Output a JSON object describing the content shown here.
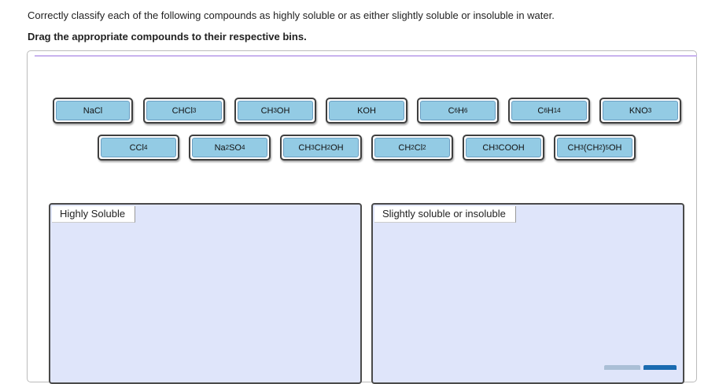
{
  "instructions": {
    "line1": "Correctly classify each of the following compounds as highly soluble or as either slightly soluble or insoluble in water.",
    "line2": "Drag the appropriate compounds to their respective bins."
  },
  "tiles": [
    {
      "id": "nacl",
      "parts": [
        "NaCl"
      ]
    },
    {
      "id": "chcl3",
      "parts": [
        "CHCl",
        {
          "sub": "3"
        }
      ]
    },
    {
      "id": "ch3oh",
      "parts": [
        "CH",
        {
          "sub": "3"
        },
        "OH"
      ]
    },
    {
      "id": "koh",
      "parts": [
        "KOH"
      ]
    },
    {
      "id": "c6h6",
      "parts": [
        "C",
        {
          "sub": "6"
        },
        "H",
        {
          "sub": "6"
        }
      ]
    },
    {
      "id": "c6h14",
      "parts": [
        "C",
        {
          "sub": "6"
        },
        "H",
        {
          "sub": "14"
        }
      ]
    },
    {
      "id": "kno3",
      "parts": [
        "KNO",
        {
          "sub": "3"
        }
      ]
    },
    {
      "id": "ccl4",
      "parts": [
        "CCl",
        {
          "sub": "4"
        }
      ]
    },
    {
      "id": "na2so4",
      "parts": [
        "Na",
        {
          "sub": "2"
        },
        "SO",
        {
          "sub": "4"
        }
      ]
    },
    {
      "id": "ch3ch2oh",
      "parts": [
        "CH",
        {
          "sub": "3"
        },
        "CH",
        {
          "sub": "2"
        },
        "OH"
      ]
    },
    {
      "id": "ch2cl2",
      "parts": [
        "CH",
        {
          "sub": "2"
        },
        "Cl",
        {
          "sub": "2"
        }
      ]
    },
    {
      "id": "ch3cooh",
      "parts": [
        "CH",
        {
          "sub": "3"
        },
        "COOH"
      ]
    },
    {
      "id": "ch3ch25oh",
      "parts": [
        "CH",
        {
          "sub": "3"
        },
        "(CH",
        {
          "sub": "2"
        },
        ")",
        {
          "sub": "5"
        },
        "OH"
      ]
    }
  ],
  "bins": {
    "highly_soluble": "Highly Soluble",
    "slightly_insoluble": "Slightly soluble or insoluble"
  },
  "colors": {
    "tile_fill": "#93cbe4",
    "bin_fill": "#dfe5fa",
    "divider": "#c9b3ee",
    "button_gray": "#aabfd6",
    "button_blue": "#1a6bb0"
  }
}
